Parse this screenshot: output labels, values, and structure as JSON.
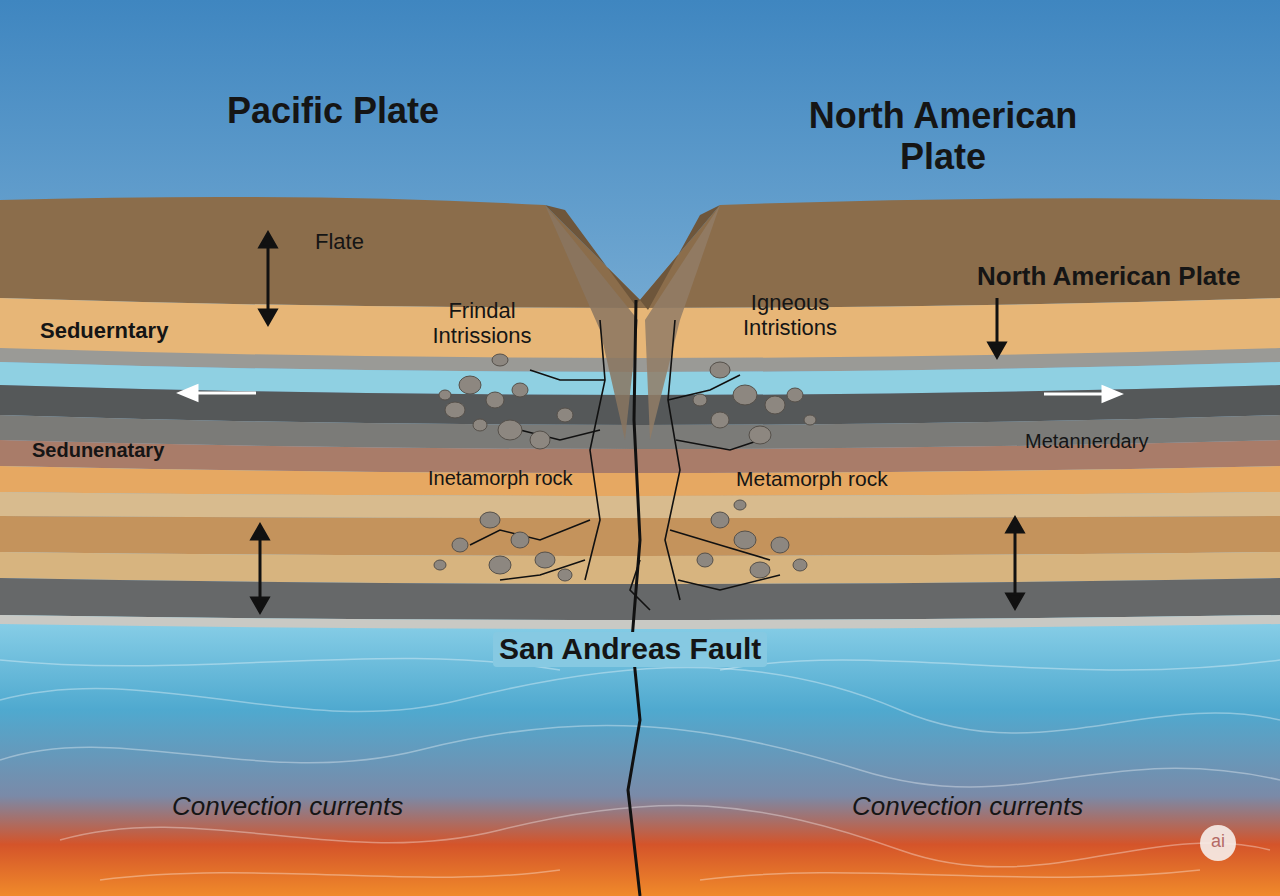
{
  "diagram": {
    "labels": [
      "Pacific Plate",
      "North American Plate",
      "Flate",
      "Seduerntary",
      "Frindal Intrissions",
      "Igneous Intristions",
      "North American Plate",
      "Sedunenatary",
      "Metannerdary",
      "Inetamorph rock",
      "Metamorph rock",
      "San Andreas Fault",
      "Convection currents",
      "Convection currents",
      "ai"
    ]
  }
}
